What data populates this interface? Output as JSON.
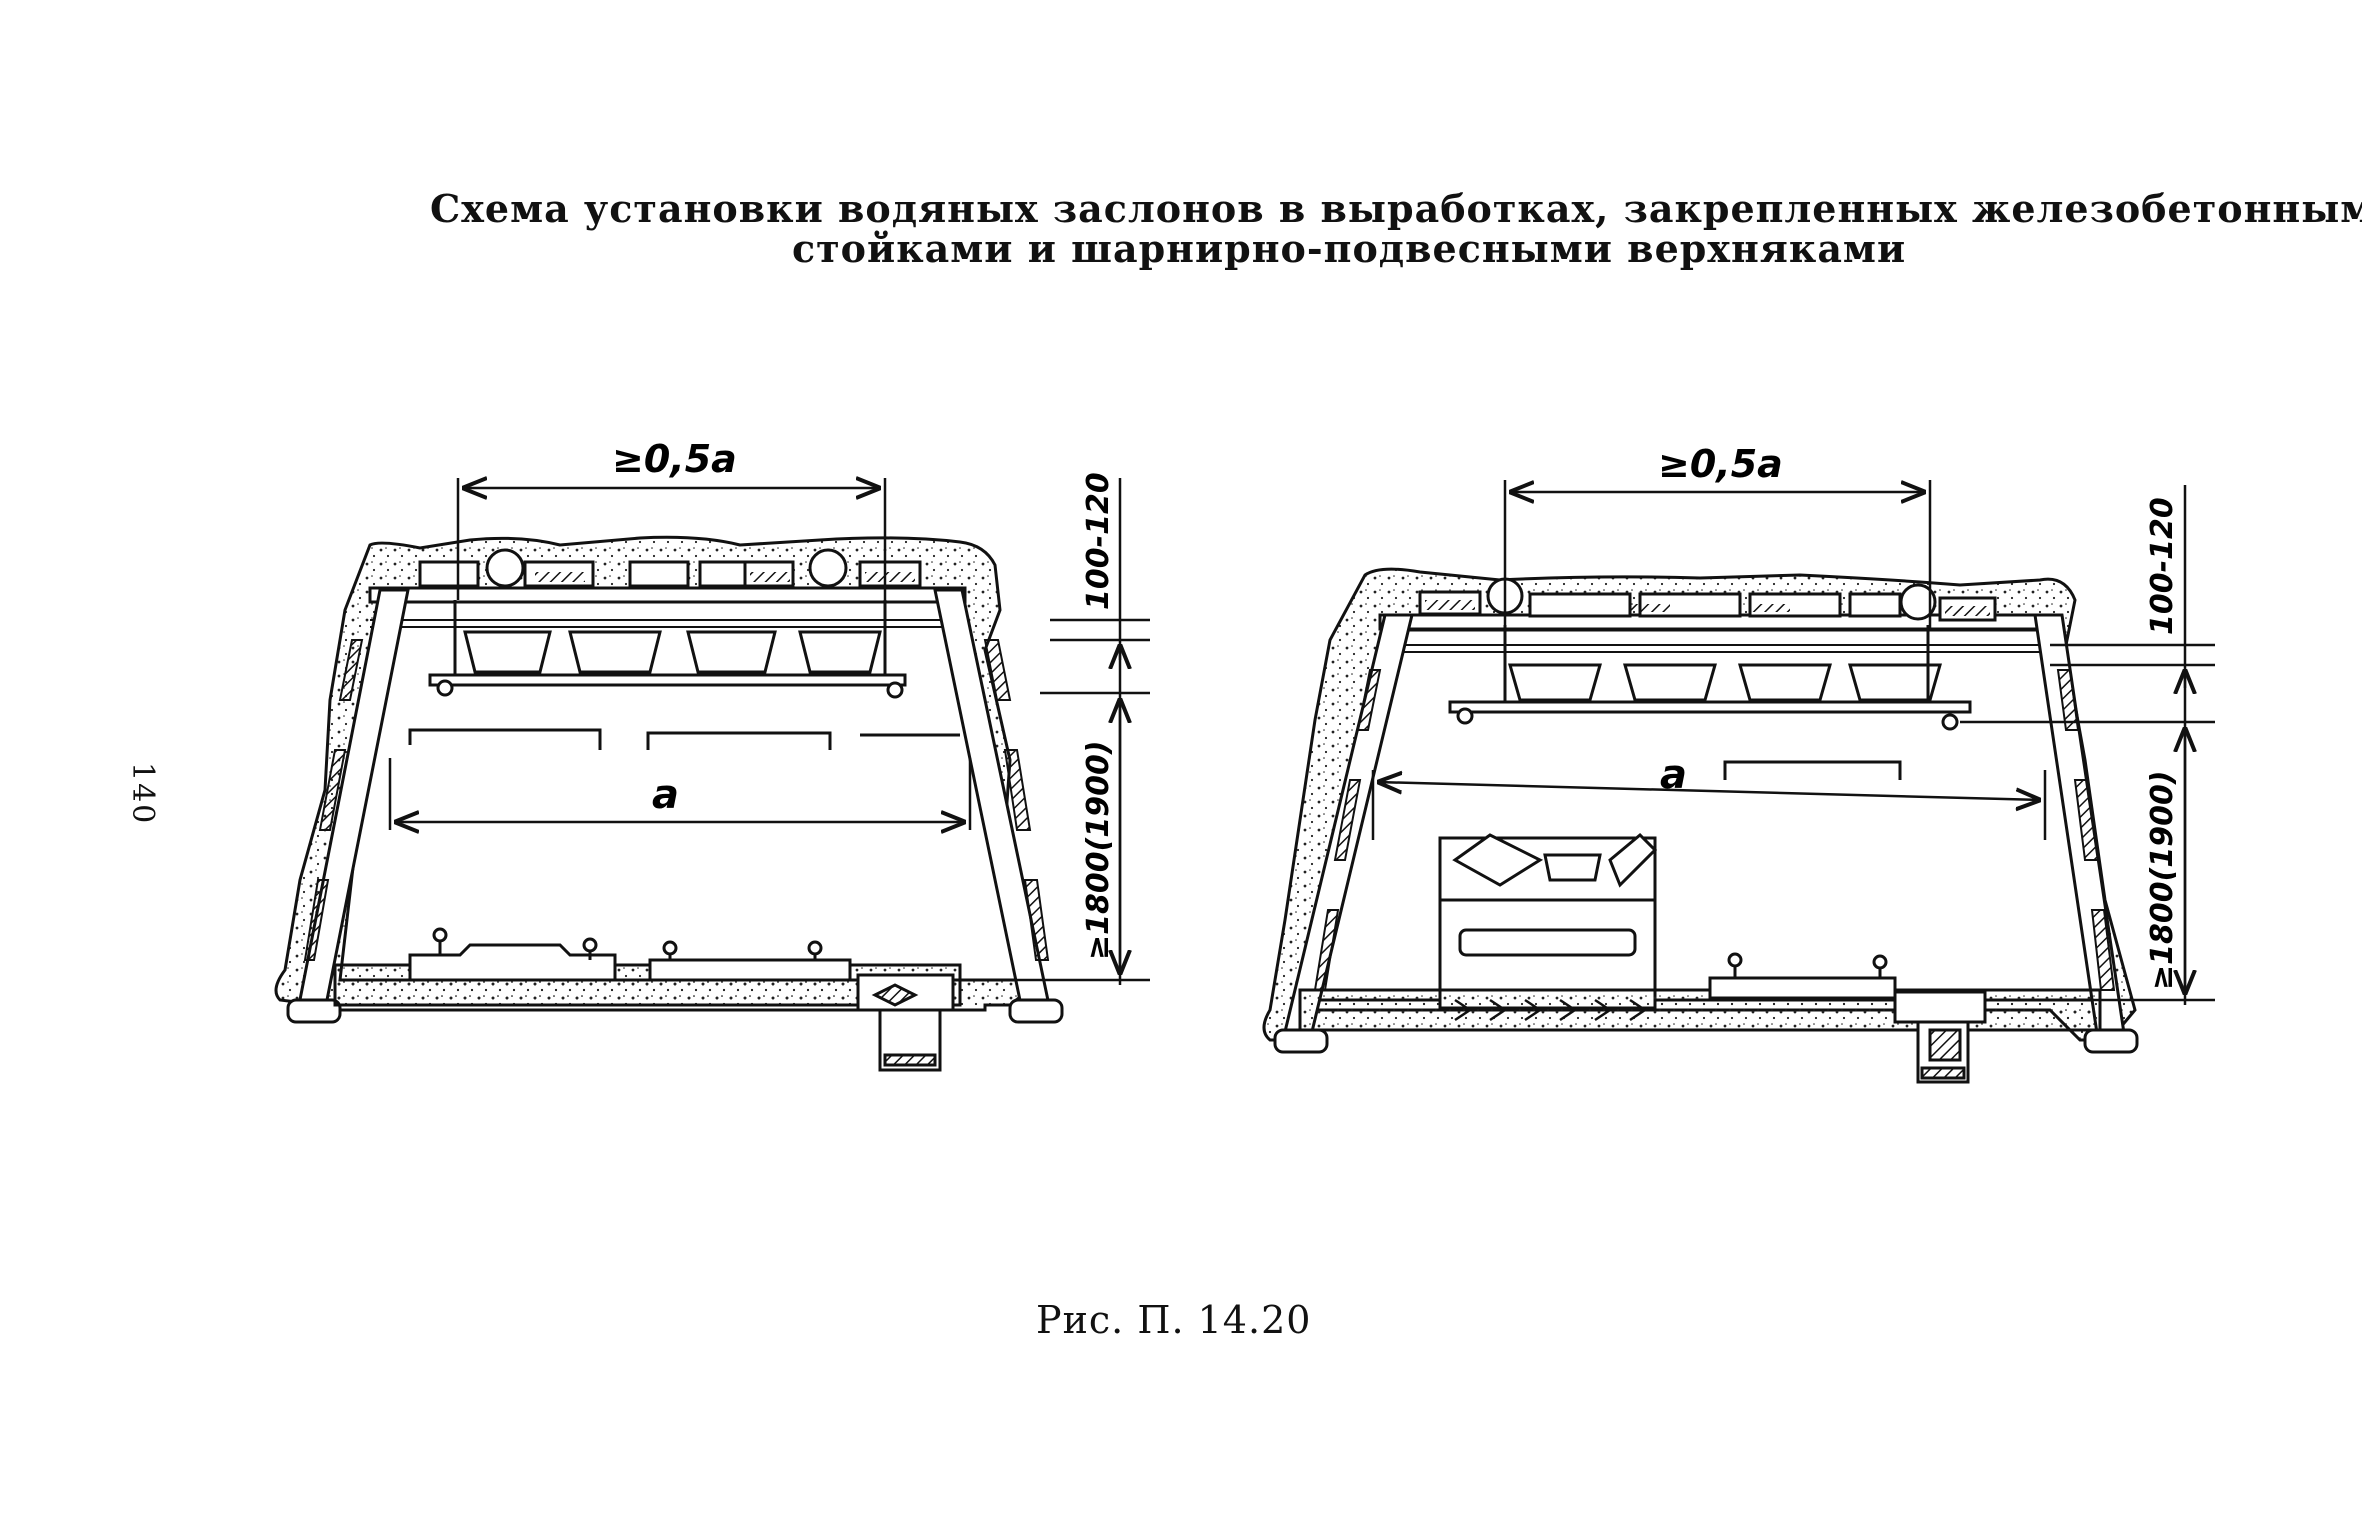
{
  "title": {
    "line1": "Схема установки водяных заслонов в выработках, закрепленных железобетонными",
    "line2": "стойками и шарнирно-подвесными верхняками"
  },
  "page_number": "140",
  "caption": "Рис. П. 14.20",
  "left_diagram": {
    "spacing_label": "≥0,5a",
    "width_label": "a",
    "top_gap_label": "100-120",
    "height_label": "≥1800(1900)"
  },
  "right_diagram": {
    "spacing_label": "≥0,5a",
    "width_label": "a",
    "top_gap_label": "100-120",
    "height_label": "≥1800(1900)"
  }
}
